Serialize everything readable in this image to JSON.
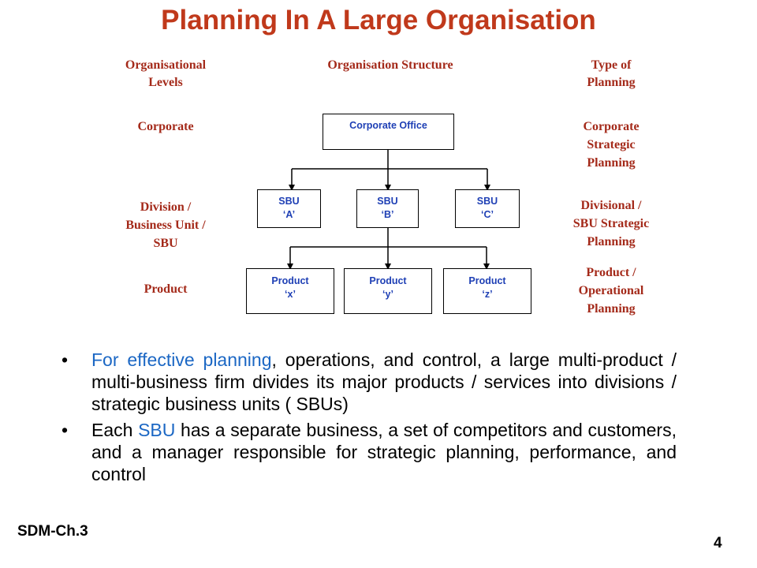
{
  "title": "Planning In A Large Organisation",
  "columns": {
    "levels_l1": "Organisational",
    "levels_l2": "Levels",
    "structure": "Organisation Structure",
    "planning_l1": "Type of",
    "planning_l2": "Planning"
  },
  "levels": {
    "corporate": "Corporate",
    "division_l1": "Division /",
    "division_l2": "Business Unit /",
    "division_l3": "SBU",
    "product": "Product"
  },
  "planning_types": {
    "corporate_l1": "Corporate",
    "corporate_l2": "Strategic",
    "corporate_l3": "Planning",
    "divisional_l1": "Divisional /",
    "divisional_l2": "SBU Strategic",
    "divisional_l3": "Planning",
    "product_l1": "Product /",
    "product_l2": "Operational",
    "product_l3": "Planning"
  },
  "org_chart": {
    "corporate_office": "Corporate Office",
    "sbus": [
      {
        "line1": "SBU",
        "line2": "‘A’"
      },
      {
        "line1": "SBU",
        "line2": "‘B’"
      },
      {
        "line1": "SBU",
        "line2": "‘C’"
      }
    ],
    "products": [
      {
        "line1": "Product",
        "line2": "‘x’"
      },
      {
        "line1": "Product",
        "line2": "‘y’"
      },
      {
        "line1": "Product",
        "line2": "‘z’"
      }
    ]
  },
  "bullets": [
    {
      "marker": "•",
      "highlight": "For effective planning",
      "rest": ", operations, and control, a large multi-product / multi-business firm divides its major products / services into divisions / strategic business units ( SBUs)"
    },
    {
      "marker": "•",
      "prefix": "Each ",
      "highlight": "SBU",
      "rest": " has a separate business, a set of competitors and customers, and a manager responsible for strategic planning, performance, and control"
    }
  ],
  "footer": {
    "course": "SDM-Ch.3",
    "page": "4"
  },
  "colors": {
    "title": "#c0391b",
    "labels": "#a42a1a",
    "box_text": "#1f40b5",
    "highlight": "#1b67c4"
  }
}
